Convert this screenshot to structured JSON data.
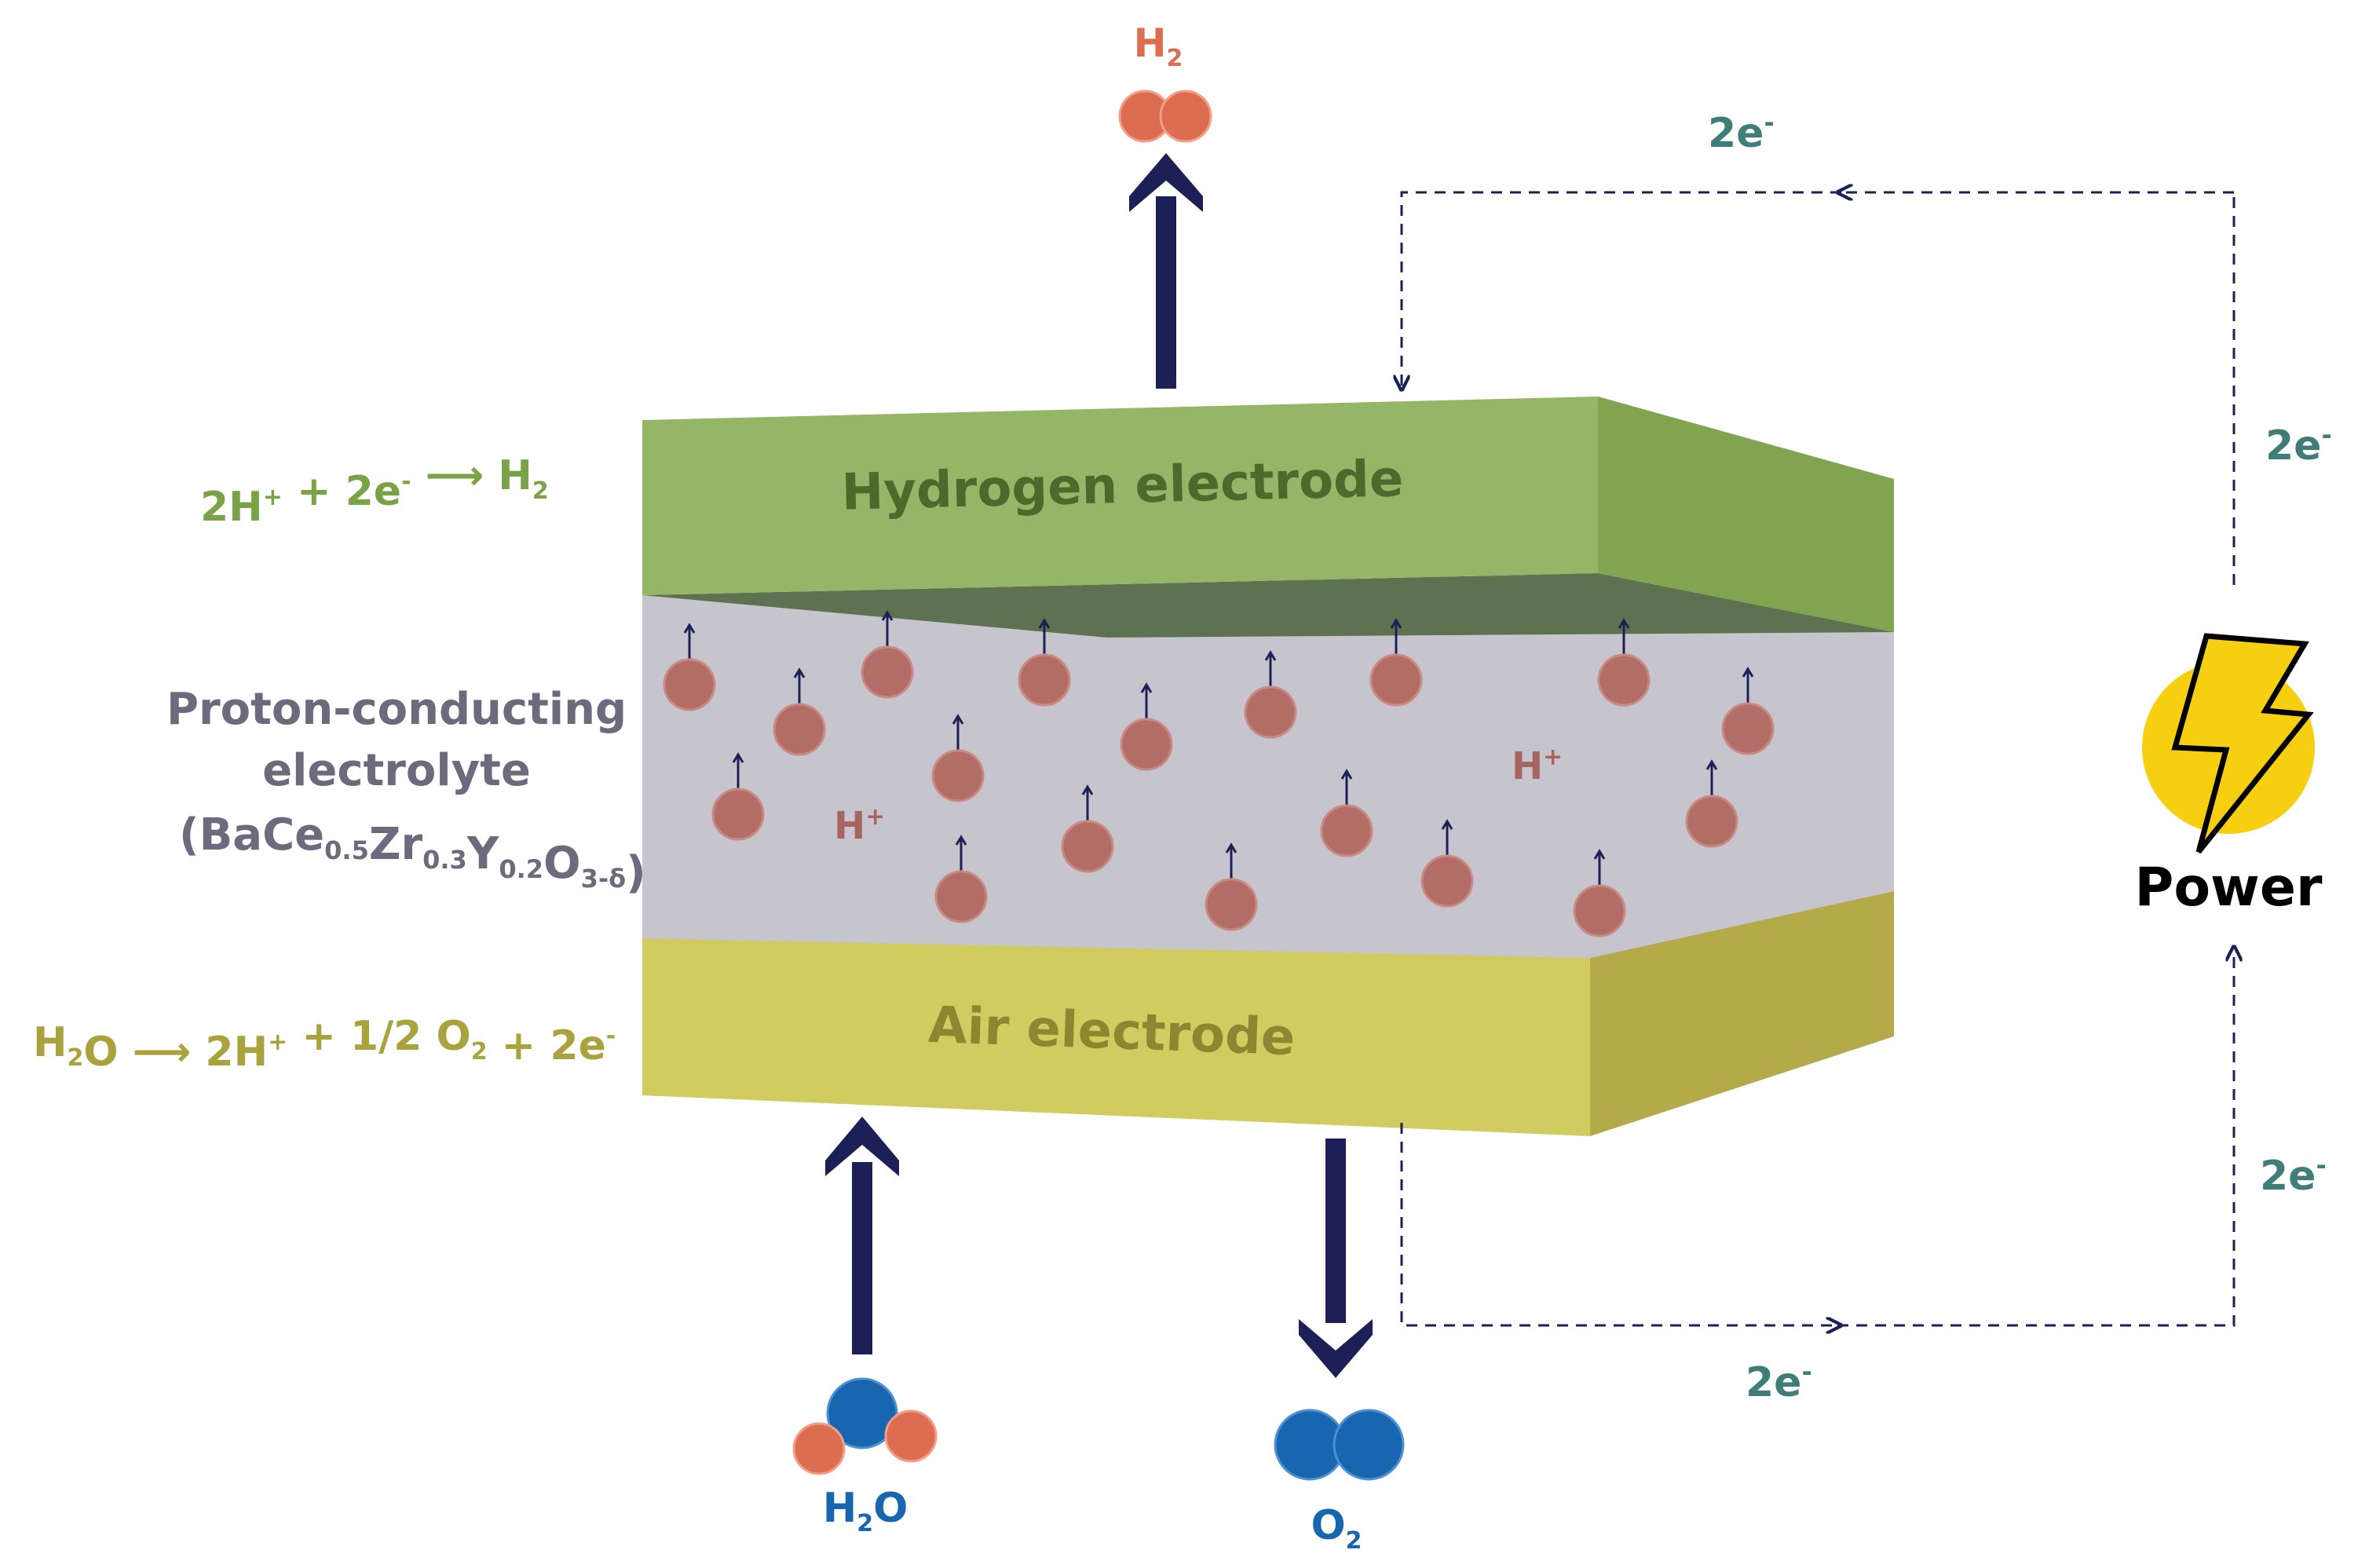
{
  "colors": {
    "navy": "#1d2057",
    "hydrogen_top": "#95b666",
    "hydrogen_side": "#80a450",
    "hydrogen_text": "#4d6a2d",
    "hydrogen_reaction": "#7aa347",
    "electrolyte": "#c6c5cd",
    "electrolyte_under": "#5e7150",
    "air_front": "#d1cc60",
    "air_side": "#b5aa4a",
    "air_under": "#877c55",
    "air_text": "#8f8631",
    "air_reaction": "#aaa33d",
    "proton": "#b16d66",
    "proton_label": "#a7655f",
    "electrolyte_label": "#6c6a7c",
    "electron_label": "#3f7d78",
    "oxygen_blue": "#1865b0",
    "hydrogen_atom": "#dd6d50",
    "power_yellow": "#f6cf10"
  },
  "labels": {
    "h2_top": {
      "main": "H",
      "sub": "2"
    },
    "hydrogen_electrode": "Hydrogen electrode",
    "air_electrode": "Air electrode",
    "electrolyte_line1": "Proton-conducting",
    "electrolyte_line2": "electrolyte",
    "electrolyte_formula": [
      {
        "t": "(BaCe",
        "sub": false
      },
      {
        "t": "0.5",
        "sub": true
      },
      {
        "t": "Zr",
        "sub": false
      },
      {
        "t": "0.3",
        "sub": true
      },
      {
        "t": "Y",
        "sub": false
      },
      {
        "t": "0.2",
        "sub": true
      },
      {
        "t": "O",
        "sub": false
      },
      {
        "t": "3-δ",
        "sub": true
      },
      {
        "t": ")",
        "sub": false
      }
    ],
    "proton": "H",
    "proton_sup": "+",
    "power": "Power",
    "electron": "2e",
    "electron_sup": "-",
    "h2o_bottom": {
      "a": "H",
      "sub": "2",
      "b": "O"
    },
    "o2_bottom": {
      "main": "O",
      "sub": "2"
    }
  },
  "reactions": {
    "cathode": [
      {
        "t": "2H",
        "sup": false
      },
      {
        "t": "+",
        "sup": true
      },
      {
        "t": " + 2e",
        "sup": false
      },
      {
        "t": "-",
        "sup": true
      },
      {
        "t": "ARROW",
        "sup": false
      },
      {
        "t": "H",
        "sup": false
      },
      {
        "t": "2",
        "sub": true
      }
    ],
    "anode": [
      {
        "t": "H",
        "sup": false
      },
      {
        "t": "2",
        "sub": true
      },
      {
        "t": "O",
        "sup": false
      },
      {
        "t": "ARROW",
        "sup": false
      },
      {
        "t": "2H",
        "sup": false
      },
      {
        "t": "+",
        "sup": true
      },
      {
        "t": " + 1/2 O",
        "sup": false
      },
      {
        "t": "2",
        "sub": true
      },
      {
        "t": " + 2e",
        "sup": false
      },
      {
        "t": "-",
        "sup": true
      }
    ]
  }
}
